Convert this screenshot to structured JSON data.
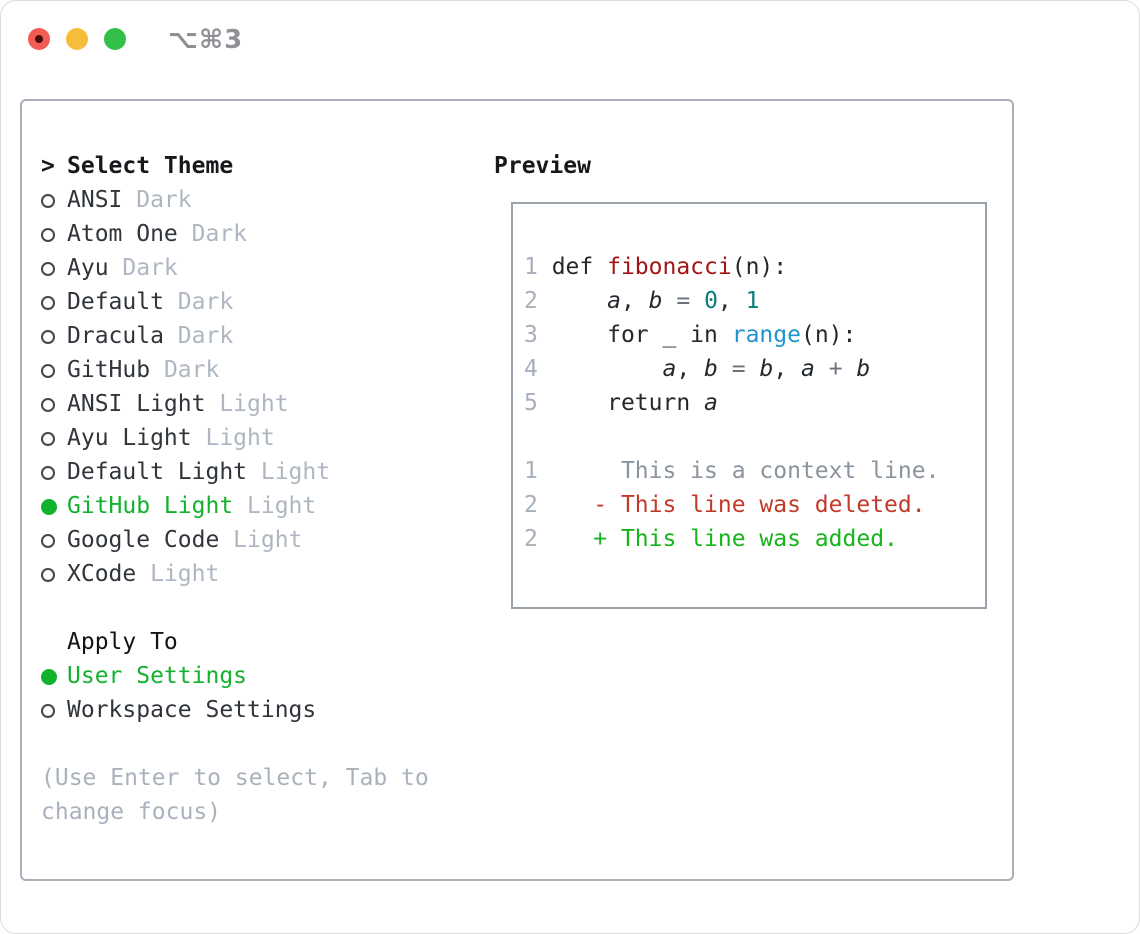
{
  "window": {
    "title": "⌥⌘3",
    "traffic_lights": [
      "close",
      "minimize",
      "zoom"
    ]
  },
  "theme_picker": {
    "header": {
      "prompt": ">",
      "label": "Select Theme"
    },
    "themes": [
      {
        "name": "ANSI",
        "variant": "Dark",
        "selected": false
      },
      {
        "name": "Atom One",
        "variant": "Dark",
        "selected": false
      },
      {
        "name": "Ayu",
        "variant": "Dark",
        "selected": false
      },
      {
        "name": "Default",
        "variant": "Dark",
        "selected": false
      },
      {
        "name": "Dracula",
        "variant": "Dark",
        "selected": false
      },
      {
        "name": "GitHub",
        "variant": "Dark",
        "selected": false
      },
      {
        "name": "ANSI Light",
        "variant": "Light",
        "selected": false
      },
      {
        "name": "Ayu Light",
        "variant": "Light",
        "selected": false
      },
      {
        "name": "Default Light",
        "variant": "Light",
        "selected": false
      },
      {
        "name": "GitHub Light",
        "variant": "Light",
        "selected": true
      },
      {
        "name": "Google Code",
        "variant": "Light",
        "selected": false
      },
      {
        "name": "XCode",
        "variant": "Light",
        "selected": false
      }
    ],
    "apply_to": {
      "label": "Apply To",
      "options": [
        {
          "name": "User Settings",
          "selected": true
        },
        {
          "name": "Workspace Settings",
          "selected": false
        }
      ]
    },
    "help_lines": [
      "(Use Enter to select, Tab to",
      "change focus)"
    ]
  },
  "preview": {
    "label": "Preview",
    "lines": [
      {
        "num": "1",
        "tokens": [
          [
            "code",
            "def "
          ],
          [
            "func",
            "fibonacci"
          ],
          [
            "code",
            "(n):"
          ]
        ]
      },
      {
        "num": "2",
        "tokens": [
          [
            "code",
            "    "
          ],
          [
            "var",
            "a"
          ],
          [
            "code",
            ", "
          ],
          [
            "var",
            "b"
          ],
          [
            "op",
            " = "
          ],
          [
            "num",
            "0"
          ],
          [
            "code",
            ", "
          ],
          [
            "num",
            "1"
          ]
        ]
      },
      {
        "num": "3",
        "tokens": [
          [
            "code",
            "    for _ in "
          ],
          [
            "builtin",
            "range"
          ],
          [
            "code",
            "(n):"
          ]
        ]
      },
      {
        "num": "4",
        "tokens": [
          [
            "code",
            "        "
          ],
          [
            "var",
            "a"
          ],
          [
            "code",
            ", "
          ],
          [
            "var",
            "b"
          ],
          [
            "op",
            " = "
          ],
          [
            "var",
            "b"
          ],
          [
            "code",
            ", "
          ],
          [
            "var",
            "a"
          ],
          [
            "op",
            " + "
          ],
          [
            "var",
            "b"
          ]
        ]
      },
      {
        "num": "5",
        "tokens": [
          [
            "code",
            "    return "
          ],
          [
            "var",
            "a"
          ]
        ]
      },
      {
        "num": "",
        "tokens": []
      },
      {
        "num": "1",
        "tokens": [
          [
            "ctx",
            "     This is a context line."
          ]
        ]
      },
      {
        "num": "2",
        "tokens": [
          [
            "del",
            "   - This line was deleted."
          ]
        ]
      },
      {
        "num": "2",
        "tokens": [
          [
            "add",
            "   + This line was added."
          ]
        ]
      }
    ]
  },
  "colors": {
    "selected_green": "#12b22e",
    "added_green": "#16b51c",
    "deleted_red": "#c23a28",
    "function_red": "#a31515",
    "number_teal": "#0a7d7e",
    "builtin_blue": "#2094cf",
    "traffic_red": "#f25c54",
    "traffic_yellow": "#f6bd3a",
    "traffic_green": "#33c048"
  }
}
